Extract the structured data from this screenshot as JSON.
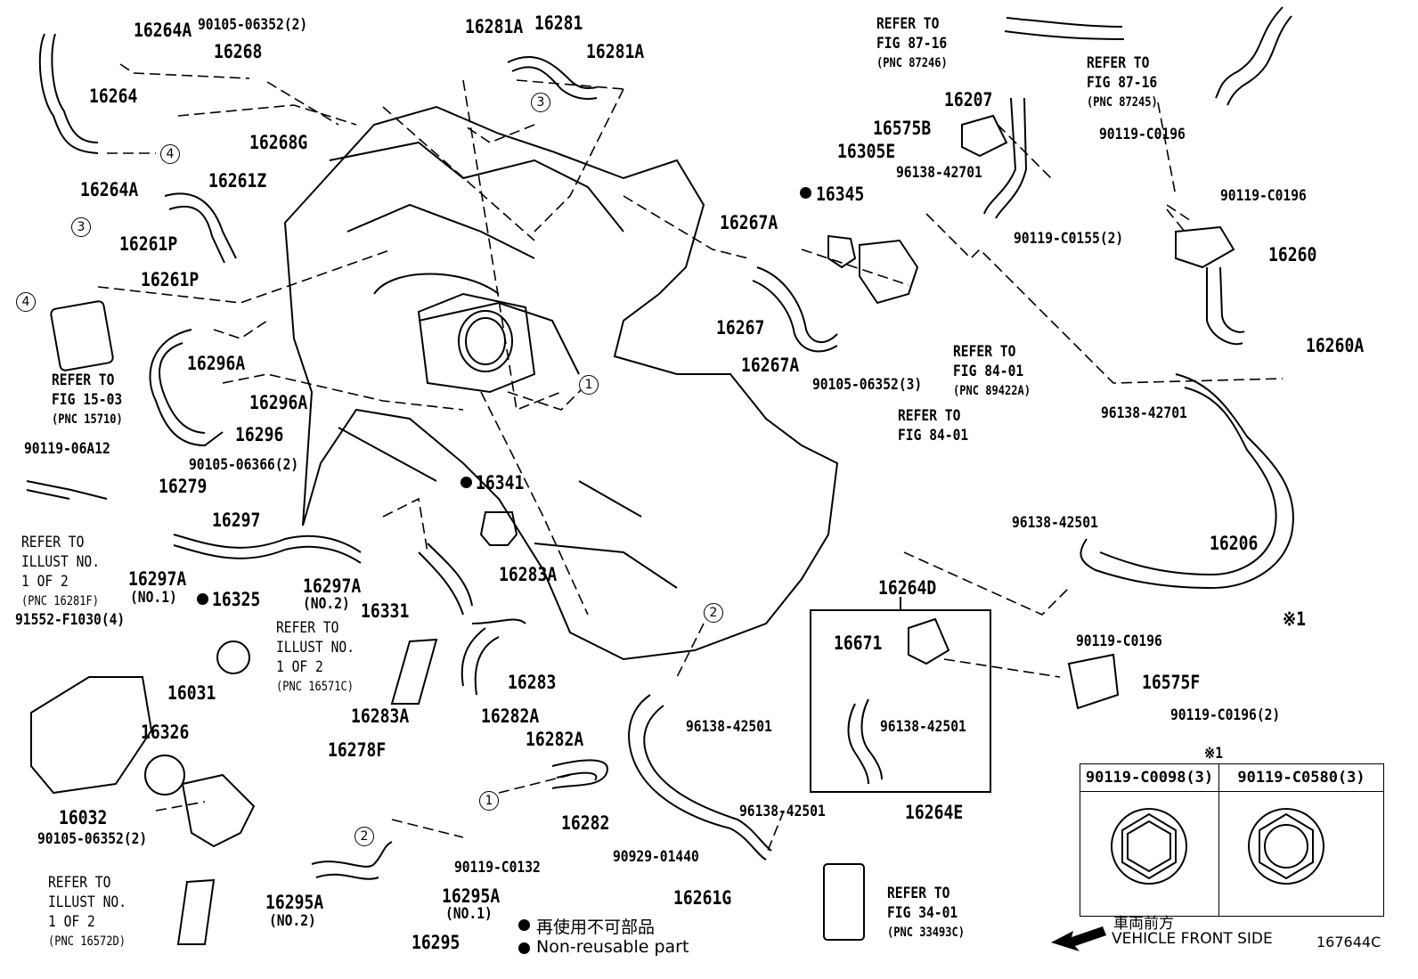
{
  "diagram": {
    "part_labels": [
      "16264A",
      "90105-06352(2)",
      "16268",
      "16264",
      "16268G",
      "16264A",
      "16261Z",
      "16261P",
      "16261P",
      "16296A",
      "16296A",
      "16296",
      "90119-06A12",
      "16279",
      "16297",
      "16297A",
      "(NO.1)",
      "91552-F1030(4)",
      "16325",
      "16297A",
      "(NO.2)",
      "16331",
      "16341",
      "16283A",
      "16283",
      "16281A",
      "16281",
      "16281A",
      "16267A",
      "16267",
      "16267A",
      "16345",
      "16305E",
      "96138-42701",
      "90105-06352(3)",
      "16207",
      "16575B",
      "90119-C0196",
      "90119-C0155(2)",
      "90119-C0196",
      "16260",
      "16260A",
      "96138-42701",
      "96138-42501",
      "16206",
      "※1",
      "16264D",
      "16671",
      "96138-42501",
      "90119-C0196",
      "16575F",
      "90119-C0196(2)",
      "90105-06366(2)",
      "16031",
      "16326",
      "16032",
      "90105-06352(2)",
      "16295A",
      "(NO.2)",
      "16283A",
      "16282A",
      "16278F",
      "16282A",
      "16282",
      "90119-C0132",
      "16295A",
      "(NO.1)",
      "16295",
      "96138-42501",
      "90929-01440",
      "16261G",
      "96138-42501",
      "16264E"
    ],
    "refer_notes": [
      {
        "lines": [
          "REFER TO",
          "FIG 87-16",
          "(PNC 87246)"
        ]
      },
      {
        "lines": [
          "REFER TO",
          "FIG 87-16",
          "(PNC 87245)"
        ]
      },
      {
        "lines": [
          "REFER TO",
          "FIG 15-03",
          "(PNC 15710)"
        ]
      },
      {
        "lines": [
          "REFER TO",
          "ILLUST NO.",
          "1 OF 2",
          "(PNC 16281F)"
        ]
      },
      {
        "lines": [
          "REFER TO",
          "ILLUST NO.",
          "1 OF 2",
          "(PNC 16571C)"
        ]
      },
      {
        "lines": [
          "REFER TO",
          "ILLUST NO.",
          "1 OF 2",
          "(PNC 16572D)"
        ]
      },
      {
        "lines": [
          "REFER TO",
          "FIG 84-01",
          "(PNC 89422A)"
        ]
      },
      {
        "lines": [
          "REFER TO",
          "FIG 84-01"
        ]
      },
      {
        "lines": [
          "REFER TO",
          "FIG 34-01",
          "(PNC 33493C)"
        ]
      }
    ],
    "callouts": [
      "1",
      "2",
      "3",
      "4"
    ],
    "table": {
      "title": "※1",
      "columns": [
        "90119-C0098(3)",
        "90119-C0580(3)"
      ]
    },
    "legend": {
      "line_jp": "再使用不可部品",
      "line_en": "Non-reusable part"
    },
    "direction": {
      "jp": "車両前方",
      "en": "VEHICLE FRONT SIDE"
    },
    "diagram_id": "167644C"
  }
}
